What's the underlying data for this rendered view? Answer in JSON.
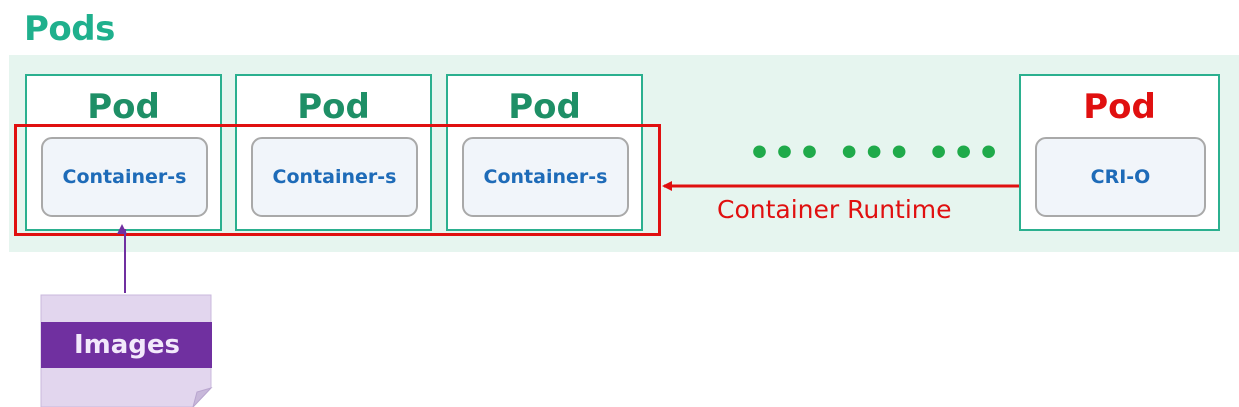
{
  "title": "Pods",
  "pods": [
    {
      "label": "Pod",
      "inner": "Container-s"
    },
    {
      "label": "Pod",
      "inner": "Container-s"
    },
    {
      "label": "Pod",
      "inner": "Container-s"
    }
  ],
  "ellipsis": "••• ••• •••",
  "runtime_pod": {
    "label": "Pod",
    "inner": "CRI-O"
  },
  "runtime_label": "Container Runtime",
  "images_label": "Images",
  "colors": {
    "title_green": "#1fb08d",
    "pod_green": "#1e8f66",
    "band_bg": "#e6f5ef",
    "red": "#e01010",
    "blue_text": "#1e6bb8",
    "purple": "#7030a0",
    "purple_light": "#e2d6ee"
  }
}
